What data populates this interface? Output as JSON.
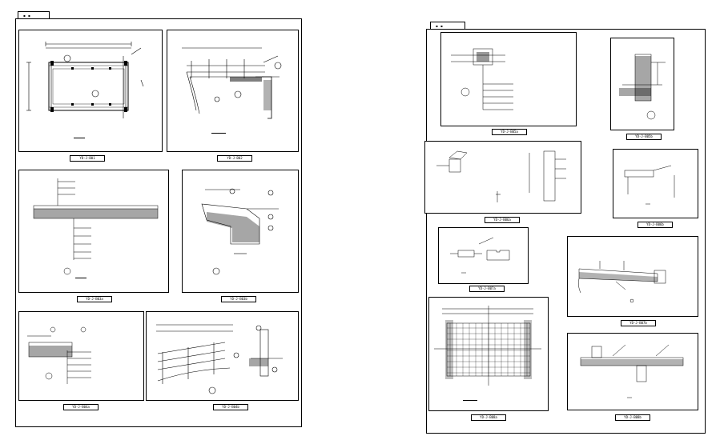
{
  "left_sheet": {
    "tab": "▪ ▪",
    "labels": [
      "YD-J-B01",
      "YD-J-B02",
      "YD-J-B03a",
      "YD-J-B03b",
      "YD-J-B04a",
      "YD-J-B04b"
    ]
  },
  "right_sheet": {
    "tab": "▪ ▪",
    "labels": [
      "YD-J-B05a",
      "YD-J-B05b",
      "YD-J-B06a",
      "YD-J-B06b",
      "YD-J-B07a",
      "YD-J-B07b",
      "YD-J-B08a",
      "YD-J-B08b"
    ]
  },
  "accent_color": "#000000"
}
